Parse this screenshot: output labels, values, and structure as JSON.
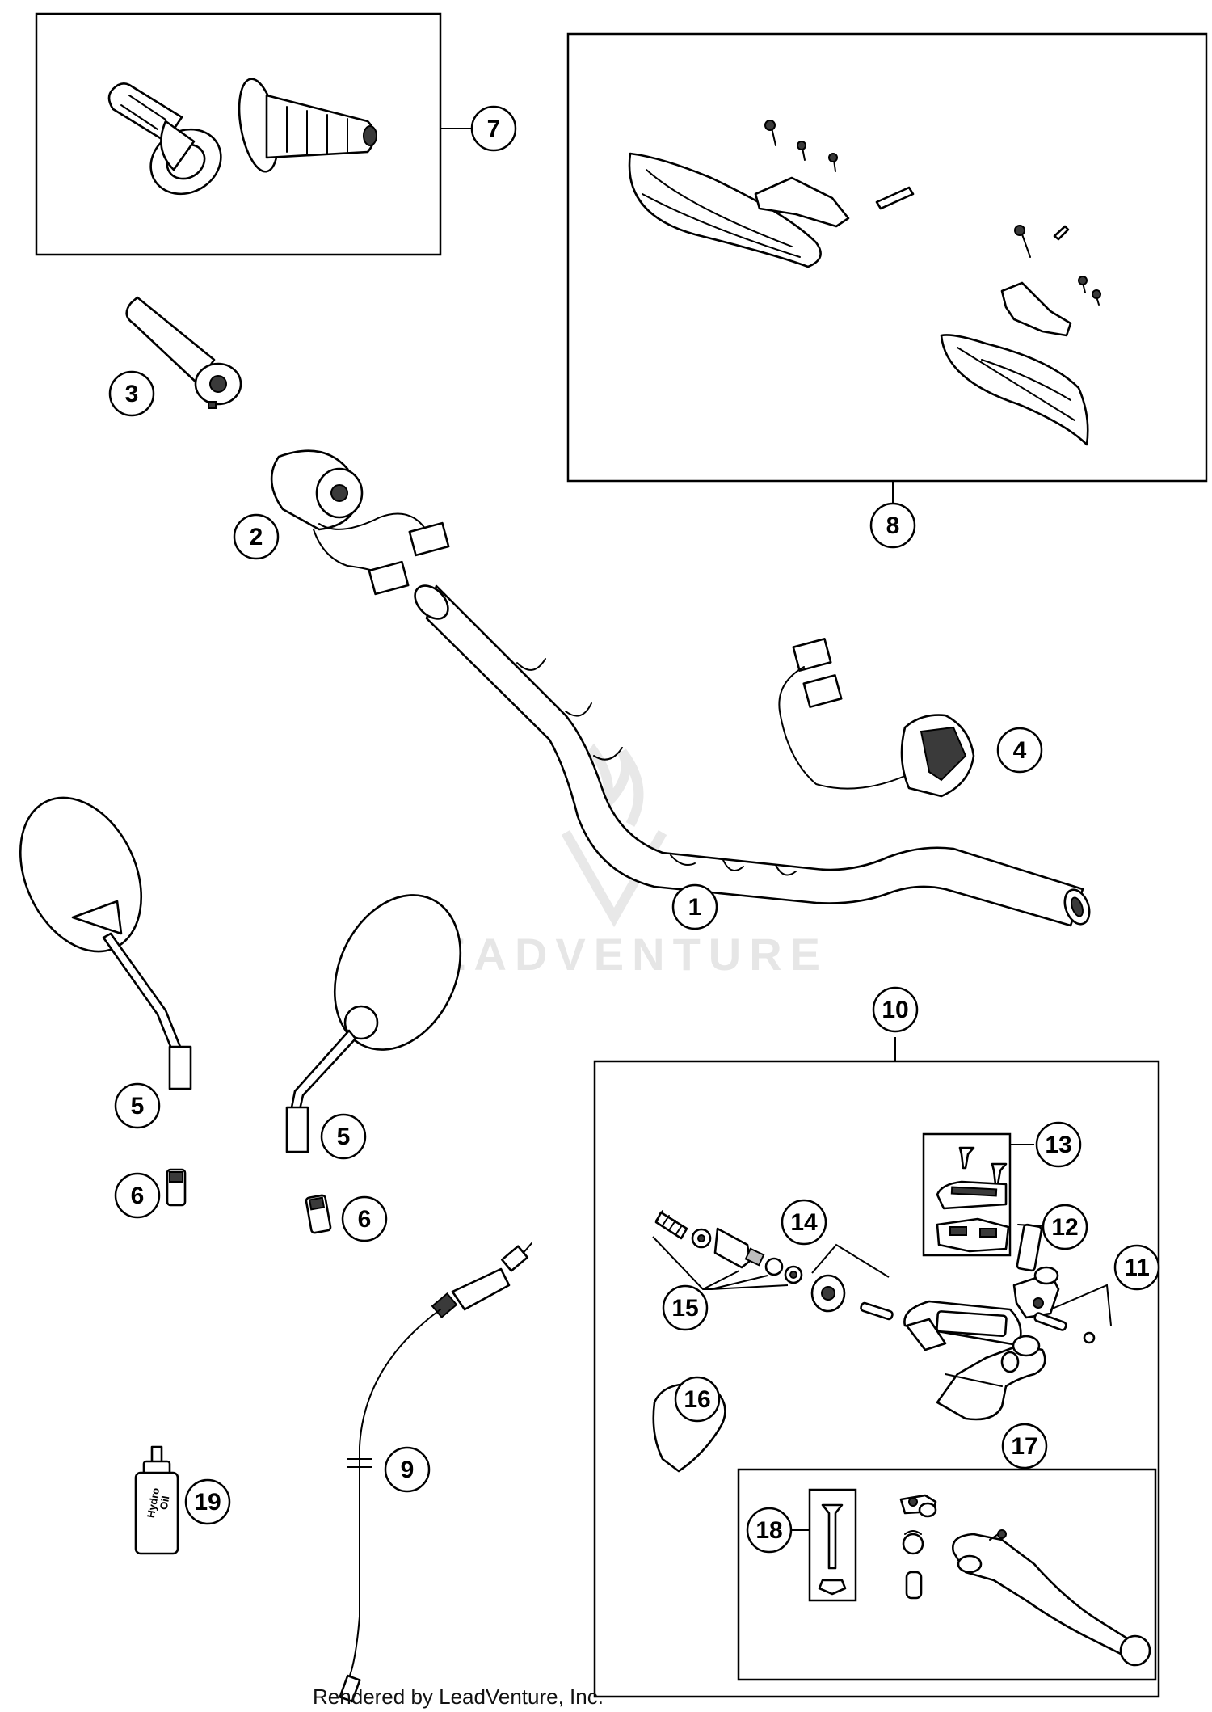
{
  "watermark": {
    "text": "LEADVENTURE"
  },
  "footer": {
    "text": "Rendered by LeadVenture, Inc."
  },
  "parts": [
    {
      "id": "1",
      "label": "1"
    },
    {
      "id": "2",
      "label": "2"
    },
    {
      "id": "3",
      "label": "3"
    },
    {
      "id": "4",
      "label": "4"
    },
    {
      "id": "5a",
      "label": "5"
    },
    {
      "id": "5b",
      "label": "5"
    },
    {
      "id": "6a",
      "label": "6"
    },
    {
      "id": "6b",
      "label": "6"
    },
    {
      "id": "7",
      "label": "7"
    },
    {
      "id": "8",
      "label": "8"
    },
    {
      "id": "9",
      "label": "9"
    },
    {
      "id": "10",
      "label": "10"
    },
    {
      "id": "11",
      "label": "11"
    },
    {
      "id": "12",
      "label": "12"
    },
    {
      "id": "13",
      "label": "13"
    },
    {
      "id": "14",
      "label": "14"
    },
    {
      "id": "15",
      "label": "15"
    },
    {
      "id": "16",
      "label": "16"
    },
    {
      "id": "17",
      "label": "17"
    },
    {
      "id": "18",
      "label": "18"
    },
    {
      "id": "19",
      "label": "19"
    }
  ],
  "oil_bottle_label": [
    "Hydro",
    "Oil"
  ]
}
